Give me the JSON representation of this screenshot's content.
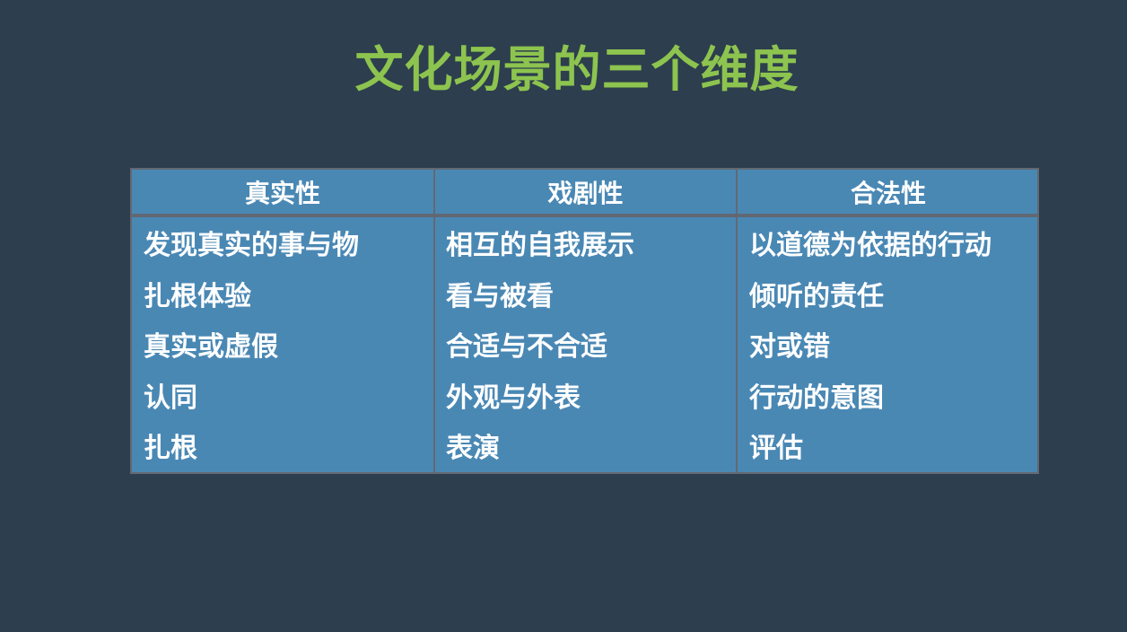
{
  "slide": {
    "title": "文化场景的三个维度",
    "colors": {
      "background": "#2d3e4e",
      "title": "#8dc44f",
      "table_fill": "#4a88b4",
      "table_border": "#626872",
      "text": "#ffffff"
    }
  },
  "table": {
    "headers": [
      "真实性",
      "戏剧性",
      "合法性"
    ],
    "columns": [
      [
        "发现真实的事与物",
        "扎根体验",
        "真实或虚假",
        "认同",
        "扎根"
      ],
      [
        "相互的自我展示",
        "看与被看",
        "合适与不合适",
        "外观与外表",
        "表演"
      ],
      [
        "以道德为依据的行动",
        "倾听的责任",
        "对或错",
        "行动的意图",
        "评估"
      ]
    ]
  }
}
